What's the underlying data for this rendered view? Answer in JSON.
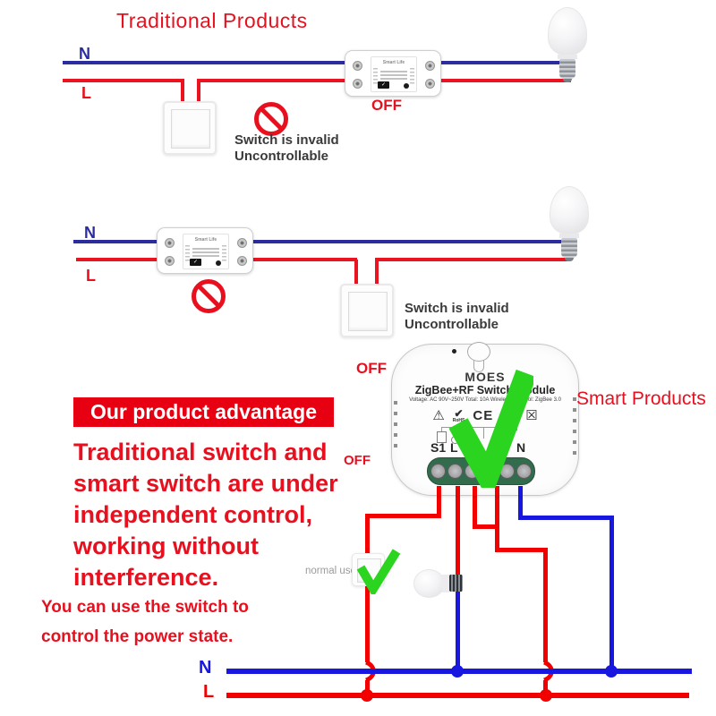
{
  "colors": {
    "red_text": "#e8101e",
    "box_red": "#e60012",
    "wire_red_top": "#ea1421",
    "wire_red_bottom": "#f20000",
    "wire_navy": "#2b2d9e",
    "wire_blue_bottom": "#1717e0",
    "check_green": "#2bd51f",
    "terminal_green": "#336b4d"
  },
  "diagram1": {
    "title": "Traditional Products",
    "n": "N",
    "l": "L",
    "off": "OFF",
    "note1": "Switch is invalid",
    "note2": "Uncontrollable"
  },
  "diagram2": {
    "n": "N",
    "l": "L",
    "off": "OFF",
    "note1": "Switch is invalid",
    "note2": "Uncontrollable"
  },
  "breaker": {
    "brand": "Smart Life"
  },
  "advantage": {
    "heading": "Our product advantage",
    "lines": [
      "Traditional switch and",
      "smart switch are under",
      "independent control,",
      "working without",
      "interference."
    ],
    "sub_lines": [
      "You can use the switch to",
      "control the power state."
    ]
  },
  "smart": {
    "label": "Smart Products",
    "off": "OFF",
    "normal_use": "normal use",
    "module": {
      "brand": "MOES",
      "title": "ZigBee+RF Switch Module",
      "specs": "Voltage: AC 90V~250V  Total: 10A  Wireless Protocol: ZigBee 3.0",
      "schematic_n": "N",
      "terminals": [
        "S1",
        "L",
        "L",
        "N"
      ],
      "cert": {
        "warning": "⚠",
        "rohs_check": "✔",
        "rohs": "RoHS",
        "ce": "CE",
        "fcc": "FC",
        "weee": "☒"
      }
    }
  },
  "mains": {
    "n": "N",
    "l": "L"
  }
}
